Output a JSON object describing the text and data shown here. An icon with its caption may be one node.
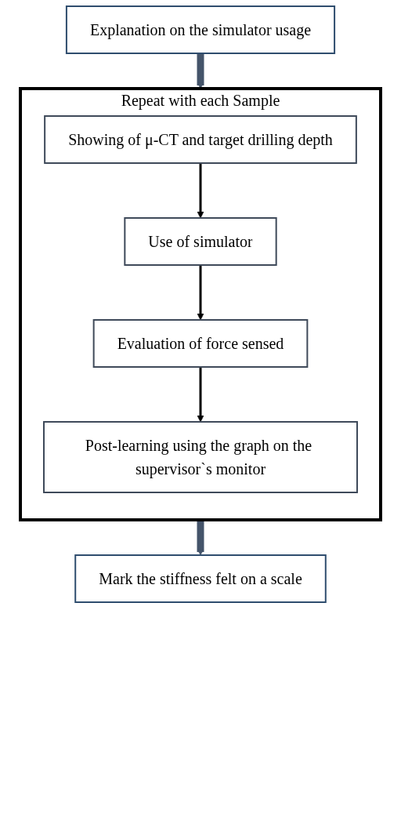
{
  "diagram": {
    "nodes": [
      {
        "text": [
          "Explanation on the simulator usage"
        ]
      },
      {
        "text": [
          "Repeat with each Sample"
        ]
      },
      {
        "text": [
          "Showing of μ-CT and target drilling depth"
        ],
        "in": 1
      },
      {
        "text": [
          "Use of simulator"
        ],
        "in": 1
      },
      {
        "text": [
          "Evaluation of force sensed"
        ],
        "in": 1
      },
      {
        "text": [
          "Post-learning using the graph on the supervisor`s monitor"
        ],
        "in": 1
      },
      {
        "text": [
          "Mark the stiffness felt on a scale"
        ]
      }
    ],
    "edges": [
      {
        "from": 0,
        "to": 1,
        "arrow": "to",
        "style": "thick",
        "color": "#44546a"
      },
      {
        "from": 2,
        "to": 3,
        "arrow": "to"
      },
      {
        "from": 3,
        "to": 4,
        "arrow": "to"
      },
      {
        "from": 4,
        "to": 5,
        "arrow": "to"
      },
      {
        "from": 1,
        "to": 6,
        "arrow": "to",
        "style": "thick",
        "color": "#44546a"
      }
    ]
  }
}
